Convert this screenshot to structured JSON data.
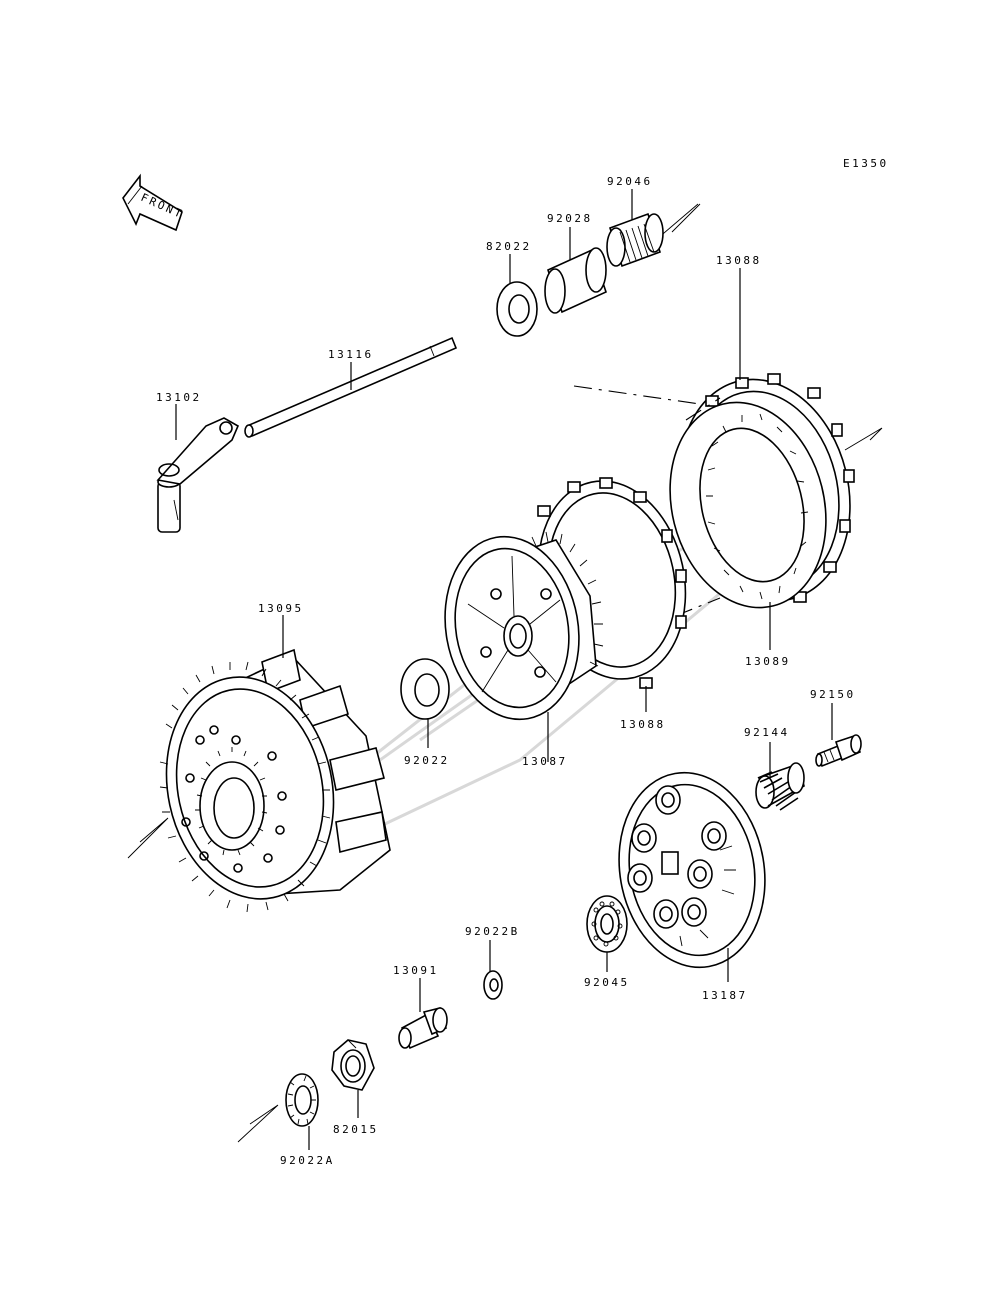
{
  "diagram_code": "E1350",
  "front_arrow_label": "FRONT",
  "parts": [
    {
      "id": "p13102",
      "number": "13102"
    },
    {
      "id": "p13116",
      "number": "13116"
    },
    {
      "id": "p82022",
      "number": "82022"
    },
    {
      "id": "p92028",
      "number": "92028"
    },
    {
      "id": "p92046",
      "number": "92046"
    },
    {
      "id": "p13088a",
      "number": "13088"
    },
    {
      "id": "p13089",
      "number": "13089"
    },
    {
      "id": "p13088b",
      "number": "13088"
    },
    {
      "id": "p13087",
      "number": "13087"
    },
    {
      "id": "p13095",
      "number": "13095"
    },
    {
      "id": "p92022",
      "number": "92022"
    },
    {
      "id": "p92150",
      "number": "92150"
    },
    {
      "id": "p92144",
      "number": "92144"
    },
    {
      "id": "p13187",
      "number": "13187"
    },
    {
      "id": "p92045",
      "number": "92045"
    },
    {
      "id": "p92022B",
      "number": "92022B"
    },
    {
      "id": "p13091",
      "number": "13091"
    },
    {
      "id": "p82015",
      "number": "82015"
    },
    {
      "id": "p92022A",
      "number": "92022A"
    }
  ],
  "colors": {
    "line": "#000000",
    "background": "#ffffff",
    "watermark": "#d8d8d8"
  }
}
